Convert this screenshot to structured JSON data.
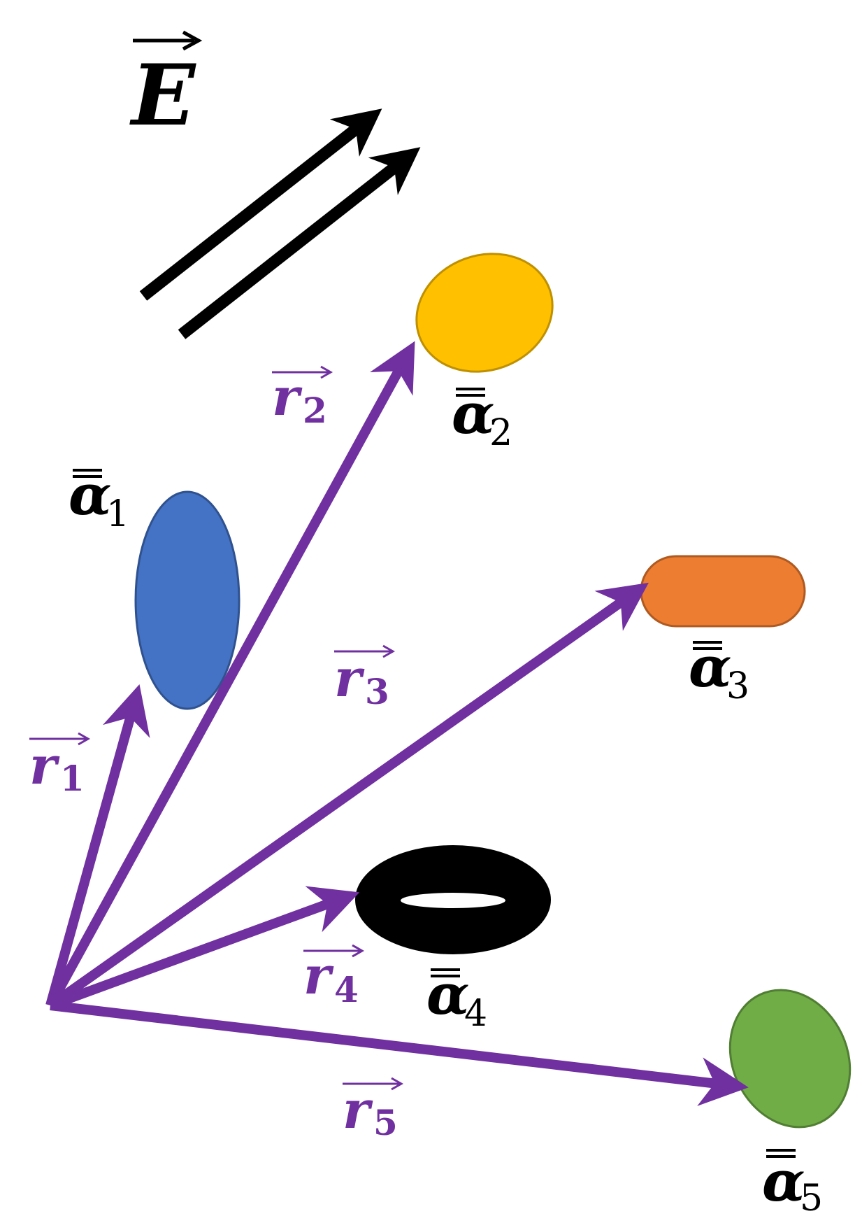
{
  "field": {
    "symbol": "E",
    "arrow_color": "#000000"
  },
  "vectors": [
    {
      "symbol": "r",
      "subscript": "1"
    },
    {
      "symbol": "r",
      "subscript": "2"
    },
    {
      "symbol": "r",
      "subscript": "3"
    },
    {
      "symbol": "r",
      "subscript": "4"
    },
    {
      "symbol": "r",
      "subscript": "5"
    }
  ],
  "particles": [
    {
      "symbol": "α",
      "subscript": "1",
      "fill": "#4472C4",
      "stroke": "#2F528F",
      "shape": "tall ellipse"
    },
    {
      "symbol": "α",
      "subscript": "2",
      "fill": "#FFC000",
      "stroke": "#BF9000",
      "shape": "ellipse"
    },
    {
      "symbol": "α",
      "subscript": "3",
      "fill": "#ED7D31",
      "stroke": "#AE5A21",
      "shape": "rounded rectangle"
    },
    {
      "symbol": "α",
      "subscript": "4",
      "fill": "#000000",
      "stroke": "#000000",
      "shape": "torus"
    },
    {
      "symbol": "α",
      "subscript": "5",
      "fill": "#70AD47",
      "stroke": "#507E32",
      "shape": "tilted ellipse"
    }
  ],
  "vector_color": "#7030A0"
}
